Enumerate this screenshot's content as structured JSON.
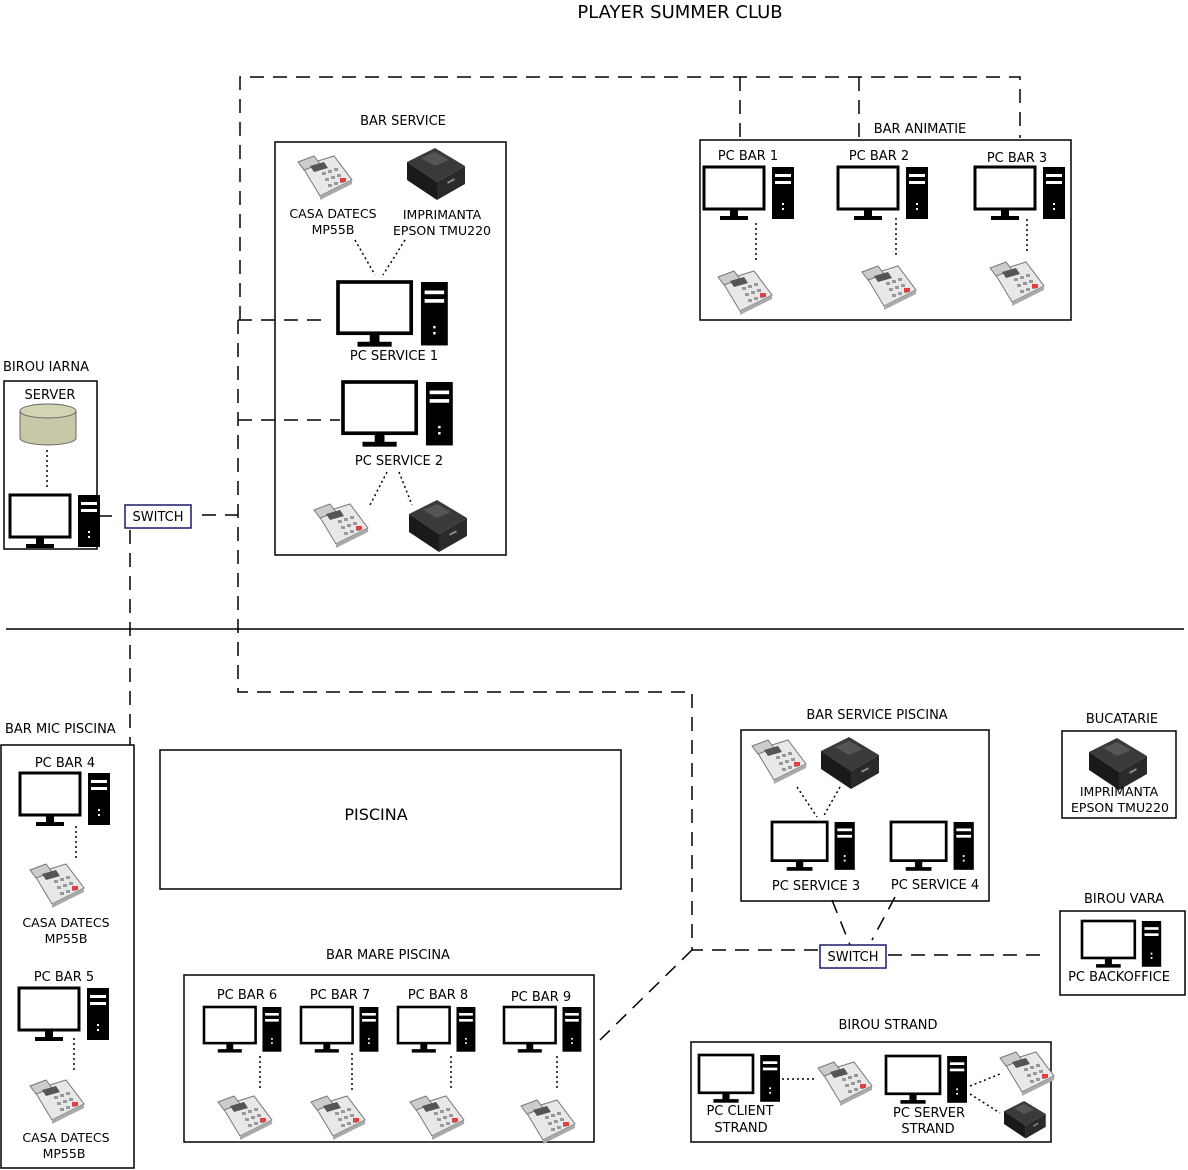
{
  "title": "PLAYER SUMMER CLUB",
  "zones": {
    "birou_iarna": "BIROU IARNA",
    "server": "SERVER",
    "bar_service": "BAR SERVICE",
    "bar_animatie": "BAR ANIMATIE",
    "bar_mic_piscina": "BAR MIC PISCINA",
    "piscina": "PISCINA",
    "bar_mare_piscina": "BAR MARE PISCINA",
    "bar_service_piscina": "BAR SERVICE PISCINA",
    "bucatarie": "BUCATARIE",
    "birou_vara": "BIROU VARA",
    "birou_strand": "BIROU STRAND"
  },
  "devices": {
    "casa_l1": "CASA DATECS",
    "casa_l2": "MP55B",
    "imprimanta_l1": "IMPRIMANTA",
    "imprimanta_l2": "EPSON TMU220",
    "pc_service_1": "PC SERVICE 1",
    "pc_service_2": "PC SERVICE 2",
    "pc_service_3": "PC SERVICE 3",
    "pc_service_4": "PC SERVICE 4",
    "pc_bar_1": "PC BAR 1",
    "pc_bar_2": "PC BAR 2",
    "pc_bar_3": "PC BAR 3",
    "pc_bar_4": "PC BAR 4",
    "pc_bar_5": "PC BAR 5",
    "pc_bar_6": "PC BAR 6",
    "pc_bar_7": "PC BAR 7",
    "pc_bar_8": "PC BAR 8",
    "pc_bar_9": "PC BAR 9",
    "pc_backoffice": "PC BACKOFFICE",
    "pc_client_l1": "PC CLIENT",
    "pc_client_l2": "STRAND",
    "pc_server_l1": "PC SERVER",
    "pc_server_l2": "STRAND"
  },
  "switches": {
    "switch_top": "SWITCH",
    "switch_bottom": "SWITCH"
  },
  "colors": {
    "switch_border": "#1a1a6e",
    "server_fill": "#c8c8a8",
    "printer": "#2a2a2a",
    "register": "#e6e6e6"
  }
}
